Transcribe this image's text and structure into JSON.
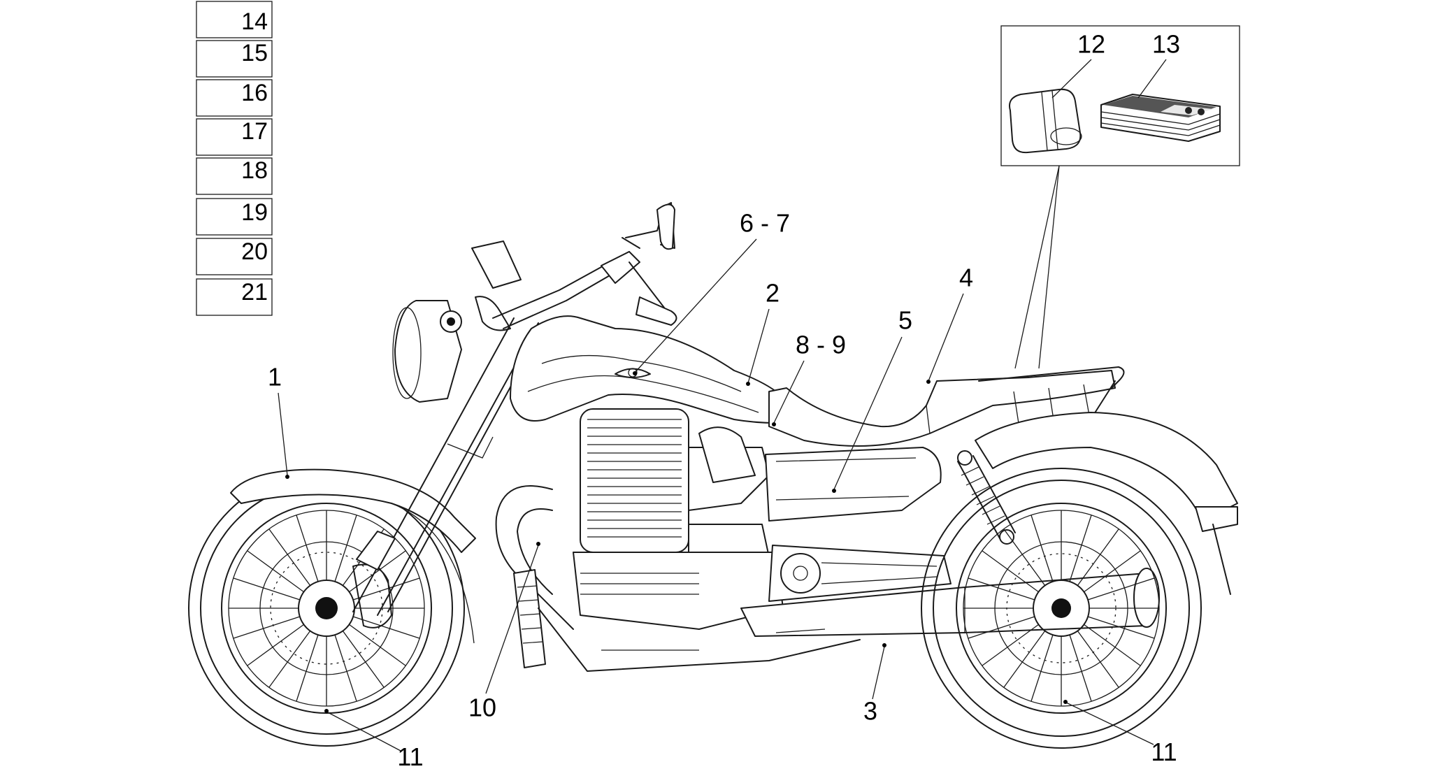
{
  "diagram": {
    "callouts": {
      "c1": "1",
      "c2": "2",
      "c3": "3",
      "c4": "4",
      "c5": "5",
      "c6_7": "6 - 7",
      "c8_9": "8 - 9",
      "c10": "10",
      "c11_front": "11",
      "c11_rear": "11",
      "c12": "12",
      "c13": "13"
    },
    "part_boxes": [
      "14",
      "15",
      "16",
      "17",
      "18",
      "19",
      "20",
      "21"
    ]
  }
}
